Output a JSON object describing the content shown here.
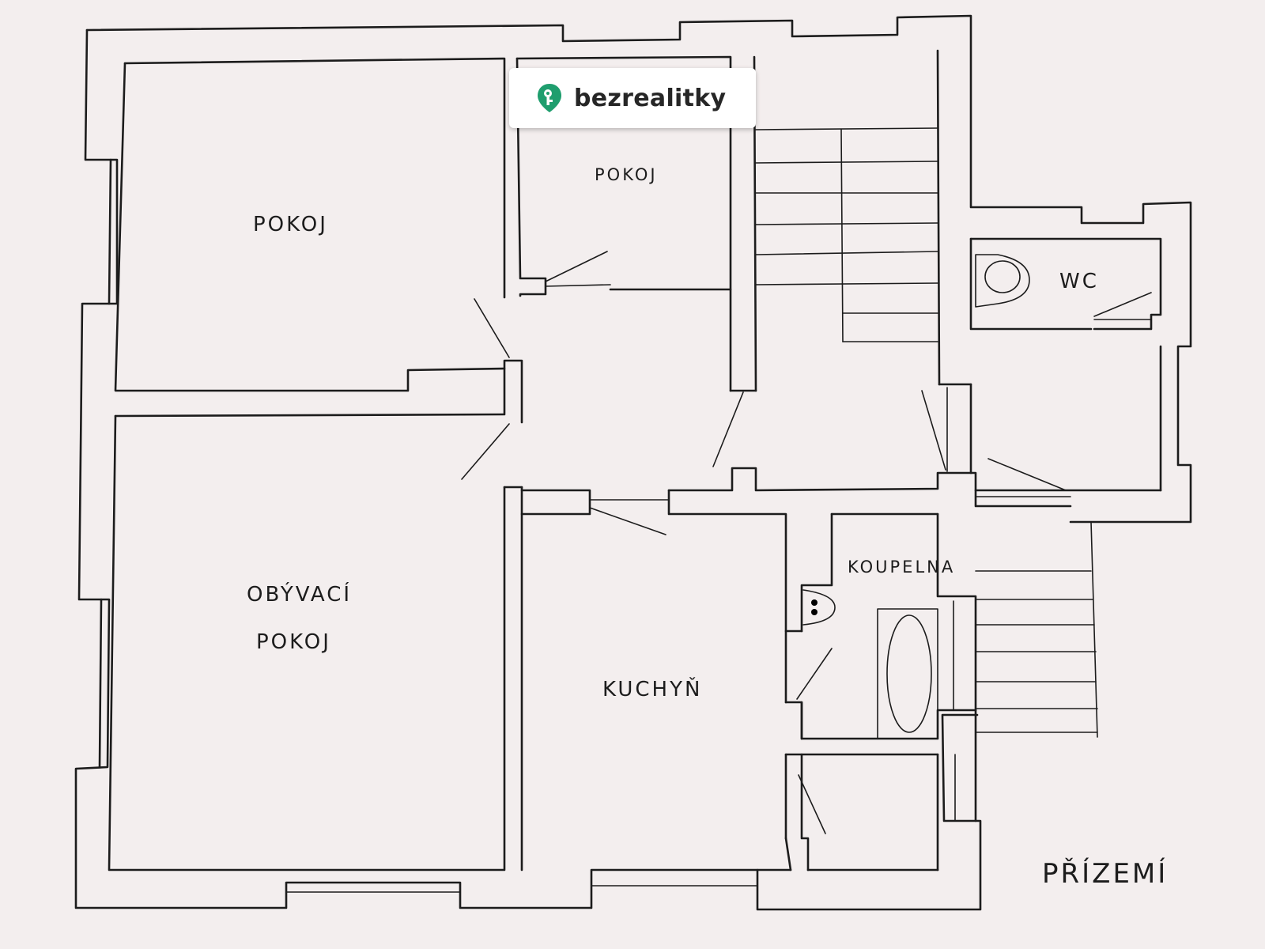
{
  "brand": {
    "name": "bezrealitky",
    "accent": "#1f9e6e"
  },
  "rooms": {
    "pokoj_large": "POKOJ",
    "pokoj_small": "POKOJ",
    "wc": "WC",
    "living_line1": "OBÝVACÍ",
    "living_line2": "POKOJ",
    "bathroom": "KOUPELNA",
    "kitchen": "KUCHYŇ"
  },
  "floor_label": "PŘÍZEMÍ"
}
